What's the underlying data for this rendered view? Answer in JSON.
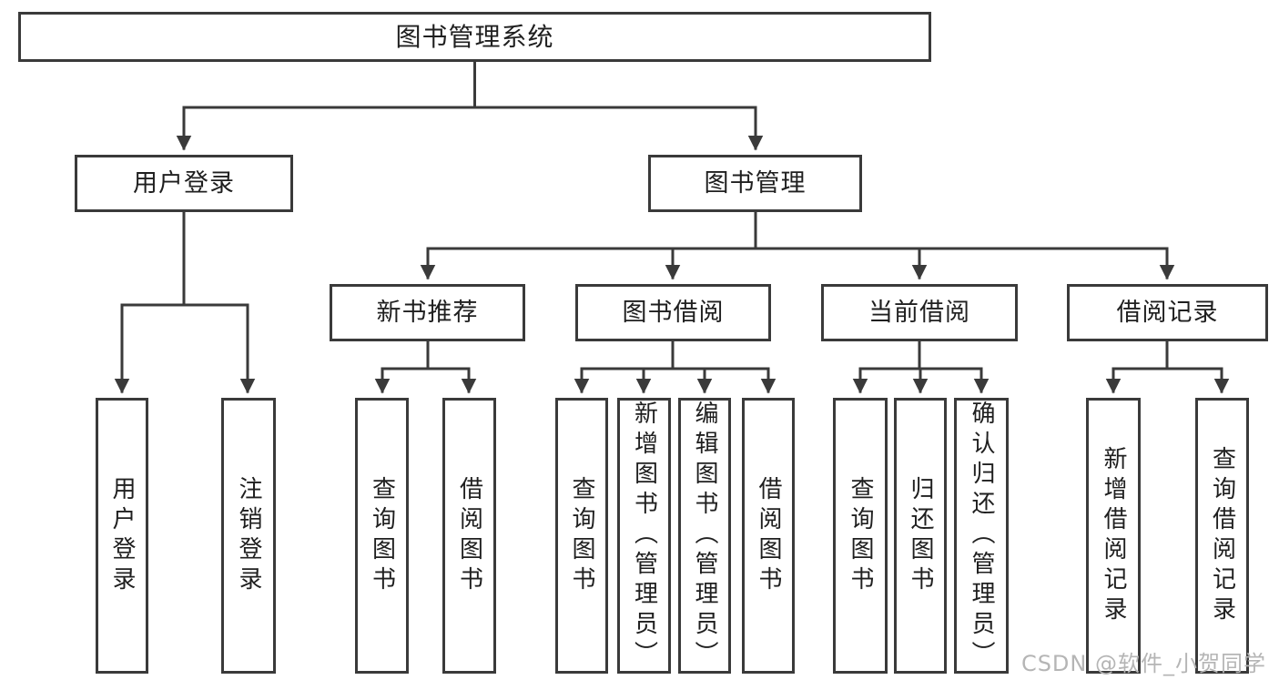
{
  "diagram": {
    "type": "hierarchy-tree",
    "line_color": "#3a3a3a",
    "text_color": "#1f1f1f",
    "background": "#ffffff",
    "root": {
      "label": "图书管理系统",
      "children": [
        {
          "label": "用户登录",
          "children": [
            {
              "label": "用户登录"
            },
            {
              "label": "注销登录"
            }
          ]
        },
        {
          "label": "图书管理",
          "children": [
            {
              "label": "新书推荐",
              "children": [
                {
                  "label": "查询图书"
                },
                {
                  "label": "借阅图书"
                }
              ]
            },
            {
              "label": "图书借阅",
              "children": [
                {
                  "label": "查询图书"
                },
                {
                  "label": "新增图书（管理员）"
                },
                {
                  "label": "编辑图书（管理员）"
                },
                {
                  "label": "借阅图书"
                }
              ]
            },
            {
              "label": "当前借阅",
              "children": [
                {
                  "label": "查询图书"
                },
                {
                  "label": "归还图书"
                },
                {
                  "label": "确认归还（管理员）"
                }
              ]
            },
            {
              "label": "借阅记录",
              "children": [
                {
                  "label": "新增借阅记录"
                },
                {
                  "label": "查询借阅记录"
                }
              ]
            }
          ]
        }
      ]
    }
  },
  "watermark": {
    "text": "CSDN @软件_小贺同学",
    "color": "#b5b5b5"
  }
}
